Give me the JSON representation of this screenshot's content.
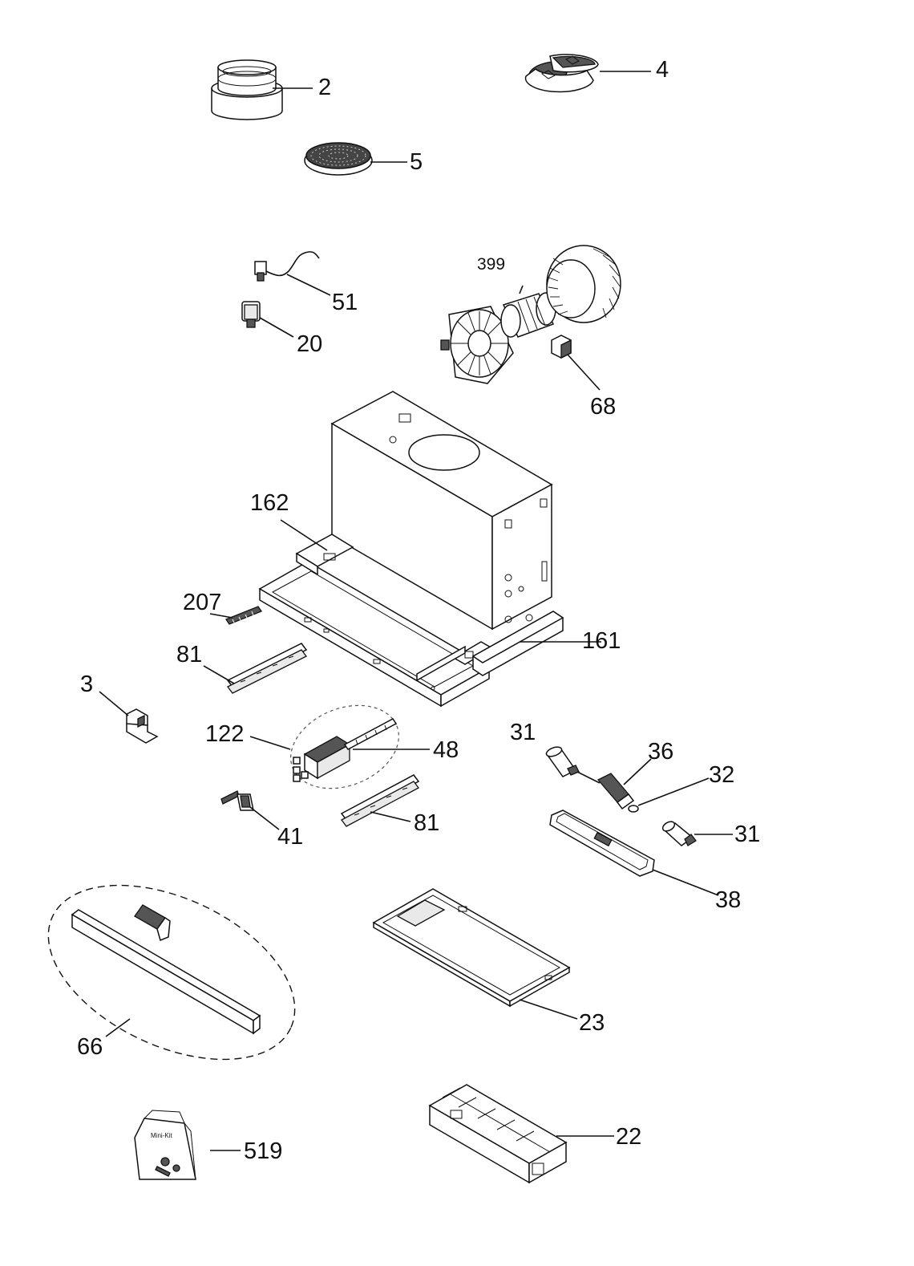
{
  "labels": {
    "l2": "2",
    "l4": "4",
    "l5": "5",
    "l399": "399",
    "l51": "51",
    "l20": "20",
    "l68": "68",
    "l162": "162",
    "l161": "161",
    "l207": "207",
    "l81a": "81",
    "l3": "3",
    "l122": "122",
    "l48": "48",
    "l31a": "31",
    "l36": "36",
    "l32": "32",
    "l81b": "81",
    "l41": "41",
    "l31b": "31",
    "l38": "38",
    "l23": "23",
    "l66": "66",
    "l22": "22",
    "l519": "519"
  },
  "parts": [
    {
      "id": "2",
      "icon": "duct-collar-icon"
    },
    {
      "id": "4",
      "icon": "cover-plates-icon"
    },
    {
      "id": "5",
      "icon": "charcoal-filter-icon"
    },
    {
      "id": "399",
      "icon": "motor-fan-assembly-icon"
    },
    {
      "id": "51",
      "icon": "cable-icon"
    },
    {
      "id": "20",
      "icon": "lamp-holder-icon"
    },
    {
      "id": "68",
      "icon": "capacitor-icon"
    },
    {
      "id": "162",
      "icon": "hood-body-icon"
    },
    {
      "id": "161",
      "icon": "front-panel-icon"
    },
    {
      "id": "207",
      "icon": "spring-clip-icon"
    },
    {
      "id": "81",
      "icon": "slide-rail-icon"
    },
    {
      "id": "3",
      "icon": "bracket-icon"
    },
    {
      "id": "122",
      "icon": "switch-kit-icon"
    },
    {
      "id": "48",
      "icon": "switch-icon"
    },
    {
      "id": "31",
      "icon": "bulb-icon"
    },
    {
      "id": "36",
      "icon": "lamp-socket-icon"
    },
    {
      "id": "32",
      "icon": "connector-icon"
    },
    {
      "id": "41",
      "icon": "clip-icon"
    },
    {
      "id": "38",
      "icon": "light-cover-icon"
    },
    {
      "id": "23",
      "icon": "grease-filter-icon"
    },
    {
      "id": "66",
      "icon": "visor-icon"
    },
    {
      "id": "22",
      "icon": "packaging-tray-icon"
    },
    {
      "id": "519",
      "icon": "screw-bag-icon"
    }
  ],
  "bag_text": "Mini-Kit"
}
